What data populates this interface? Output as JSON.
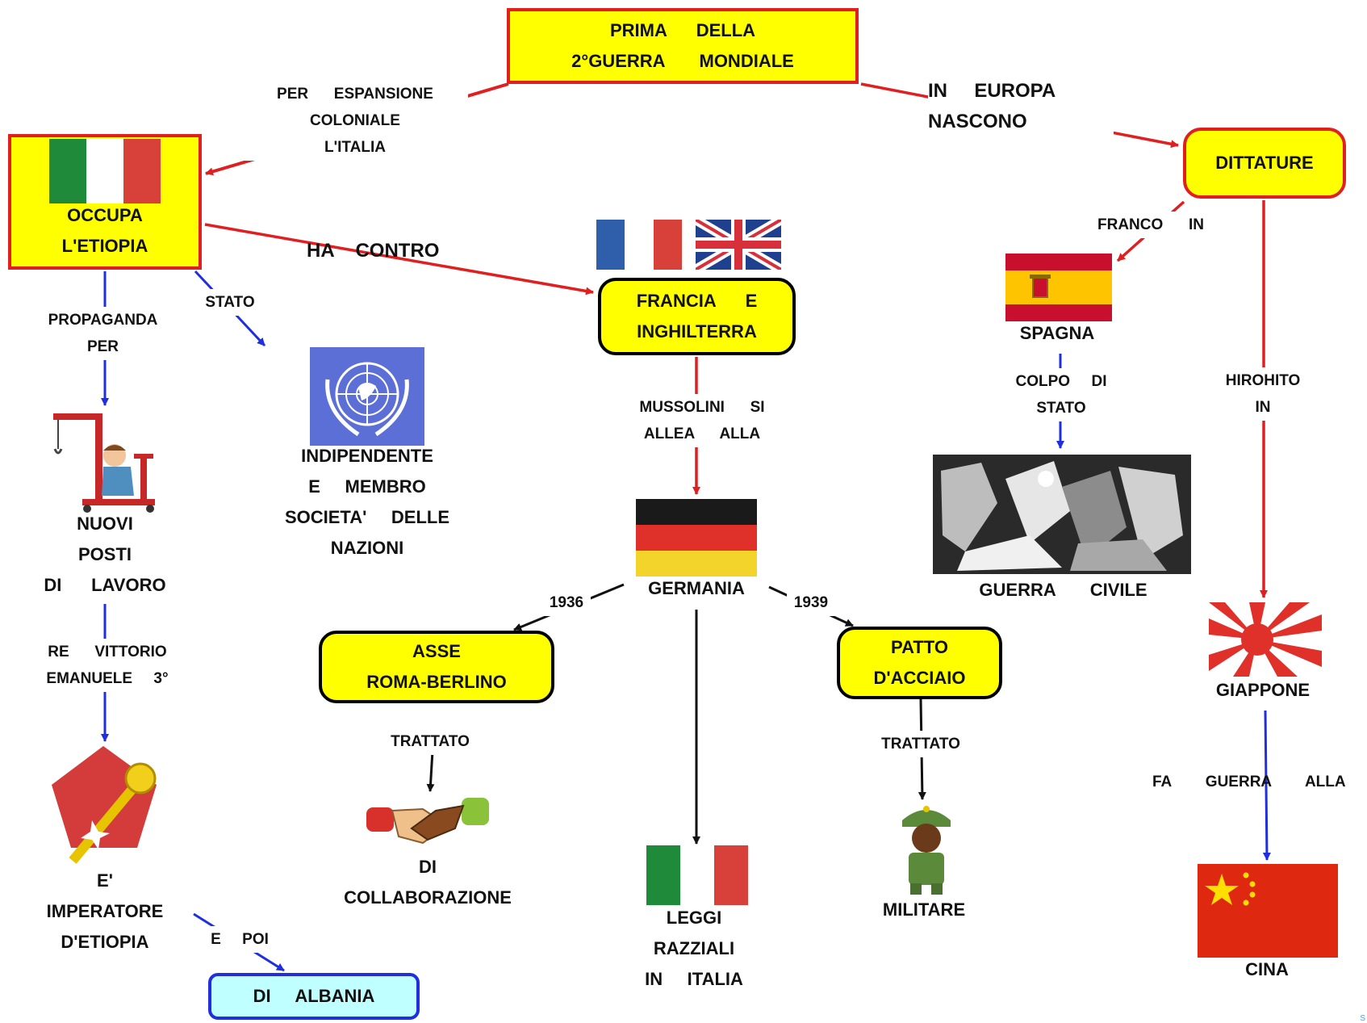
{
  "root": {
    "line1": "PRIMA      DELLA",
    "line2": "2°GUERRA       MONDIALE"
  },
  "labels": {
    "espansione": "PER      ESPANSIONE\nCOLONIALE\nL'ITALIA",
    "in_europa": "IN     EUROPA\nNASCONO",
    "ha_contro": "HA    CONTRO",
    "propaganda": "PROPAGANDA\nPER",
    "stato": "STATO",
    "mussolini": "MUSSOLINI      SI\nALLEA      ALLA",
    "franco": "FRANCO      IN",
    "colpo": "COLPO     DI\nSTATO",
    "hirohito": "HIROHITO\nIN",
    "re": "RE      VITTORIO\nEMANUELE     3°",
    "y1936": "1936",
    "y1939": "1939",
    "trattato1": "TRATTATO",
    "trattato2": "TRATTATO",
    "fa_guerra": "FA        GUERRA        ALLA",
    "e_poi": "E     POI"
  },
  "nodes": {
    "occupa": {
      "line1": "OCCUPA",
      "line2": "L'ETIOPIA"
    },
    "dittature": "DITTATURE",
    "francia": {
      "line1": "FRANCIA      E",
      "line2": "INGHILTERRA"
    },
    "asse": {
      "line1": "ASSE",
      "line2": "ROMA-BERLINO"
    },
    "patto": {
      "line1": "PATTO",
      "line2": "D'ACCIAIO"
    },
    "albania": "DI     ALBANIA"
  },
  "texts": {
    "nuovi_posti": "NUOVI\nPOSTI\nDI      LAVORO",
    "indipendente": "INDIPENDENTE\nE     MEMBRO\nSOCIETA'     DELLE\nNAZIONI",
    "spagna": "SPAGNA",
    "guerra_civile": "GUERRA       CIVILE",
    "germania": "GERMANIA",
    "giappone": "GIAPPONE",
    "imperatore": "E'\nIMPERATORE\nD'ETIOPIA",
    "collaborazione": "DI\nCOLLABORAZIONE",
    "leggi": "LEGGI\nRAZZIALI\nIN     ITALIA",
    "militare": "MILITARE",
    "cina": "CINA"
  },
  "colors": {
    "accent_red": "#e02020",
    "accent_blue": "#1f2fe0",
    "box_yellow": "#ffff00",
    "box_cyan": "#bfffff"
  },
  "icons": [
    "italy-flag-icon",
    "france-flag-icon",
    "uk-flag-icon",
    "spain-flag-icon",
    "un-emblem-icon",
    "germany-flag-icon",
    "japan-flag-icon",
    "china-flag-icon",
    "crane-worker-icon",
    "scepter-icon",
    "handshake-icon",
    "soldier-icon",
    "guernica-painting"
  ],
  "watermark": "S"
}
